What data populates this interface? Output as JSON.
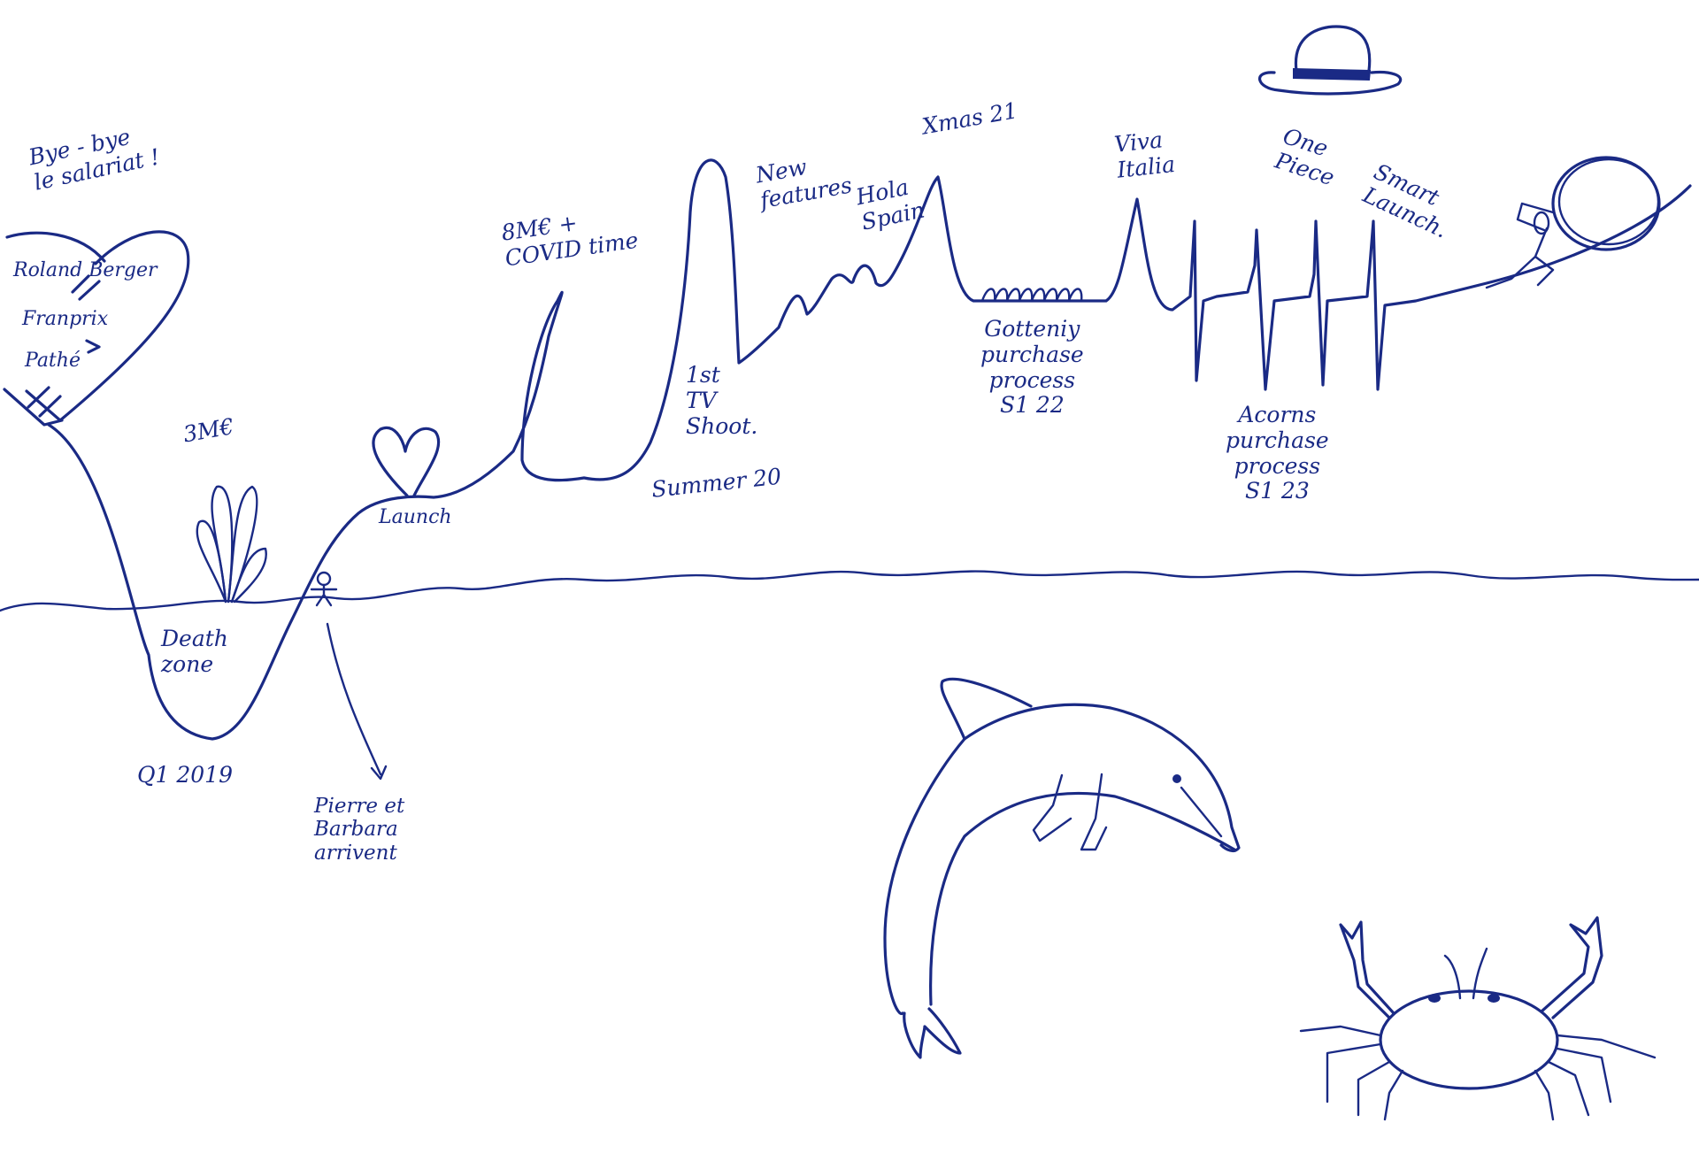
{
  "ink_color": "#1a2a85",
  "paper_color": "#ffffff",
  "labels": {
    "bye_bye": "Bye - bye\nle salariat !",
    "heart_career": {
      "roland_berger": "Roland Berger",
      "franprix": "Franprix",
      "pathe": "Pathé"
    },
    "three_m": "3M€",
    "death_zone": "Death\nzone",
    "q1_2019": "Q1 2019",
    "pierre_barbara": "Pierre et\nBarbara\narrivent",
    "launch": "Launch",
    "eight_m_covid": "8M€ +\nCOVID time",
    "first_tv_shoot": "1st\nTV\nShoot.",
    "summer_20": "Summer 20",
    "new_features": "New\nfeatures",
    "hola_spain": "Hola\nSpain",
    "xmas_21": "Xmas 21",
    "gotteniy": "Gotteniy\npurchase\nprocess\nS1 22",
    "viva_italia": "Viva\nItalia",
    "one_piece": "One\nPiece",
    "smart_launch": "Smart\nLaunch.",
    "acorns": "Acorns\npurchase\nprocess\nS1 23"
  },
  "drawings": [
    "heart",
    "splash",
    "small-heart",
    "stick-figure",
    "waterline",
    "dolphin",
    "crab",
    "straw-hat",
    "sisyphus-boulder"
  ]
}
